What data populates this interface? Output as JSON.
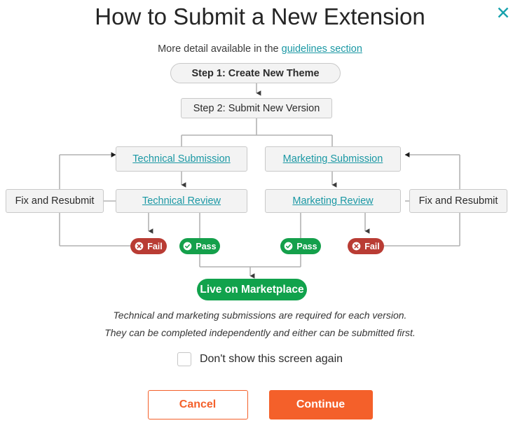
{
  "dialog": {
    "title": "How to Submit a New Extension",
    "subtitle_prefix": "More detail available in the ",
    "subtitle_link": "guidelines section",
    "close_icon": "close-icon"
  },
  "flow": {
    "step1": "Step 1: Create New Theme",
    "step2": "Step 2: Submit New Version",
    "technical_submission": "Technical Submission",
    "marketing_submission": "Marketing Submission",
    "technical_review": "Technical Review",
    "marketing_review": "Marketing Review",
    "fix_left": "Fix and Resubmit",
    "fix_right": "Fix and Resubmit",
    "fail_left": "Fail",
    "pass_left": "Pass",
    "pass_right": "Pass",
    "fail_right": "Fail",
    "live": "Live on Marketplace"
  },
  "notes": {
    "line1": "Technical and marketing submissions are required for each version.",
    "line2": "They can be completed independently and either can be submitted first."
  },
  "checkbox": {
    "label": "Don't show this screen again",
    "checked": false
  },
  "buttons": {
    "cancel": "Cancel",
    "continue": "Continue"
  },
  "colors": {
    "accent_orange": "#f4602a",
    "link_teal": "#1a98a4",
    "pass_green": "#14a04b",
    "fail_red": "#b93c34",
    "live_green": "#11a24c",
    "node_fill": "#f3f3f3",
    "node_border": "#c9c9c9",
    "connector": "#b0b0b0"
  }
}
